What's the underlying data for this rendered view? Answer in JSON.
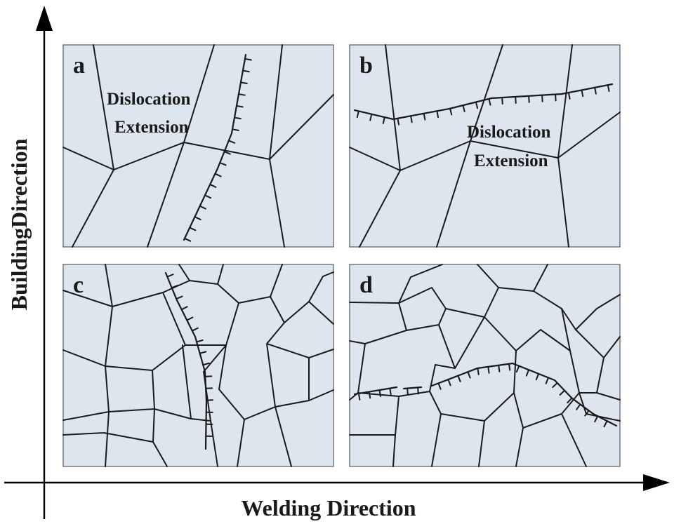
{
  "axes": {
    "x_label": "Welding Direction",
    "y_label": "BuildingDirection"
  },
  "panels": [
    {
      "id": "a",
      "label": "a",
      "annotation_lines": [
        "Dislocation",
        "Extension"
      ]
    },
    {
      "id": "b",
      "label": "b",
      "annotation_lines": [
        "Dislocation",
        "Extension"
      ]
    },
    {
      "id": "c",
      "label": "c",
      "annotation_lines": []
    },
    {
      "id": "d",
      "label": "d",
      "annotation_lines": []
    }
  ],
  "colors": {
    "panel_fill": "#dde6ee",
    "grain_boundary": "#1a1a1a",
    "axis": "#000000"
  }
}
